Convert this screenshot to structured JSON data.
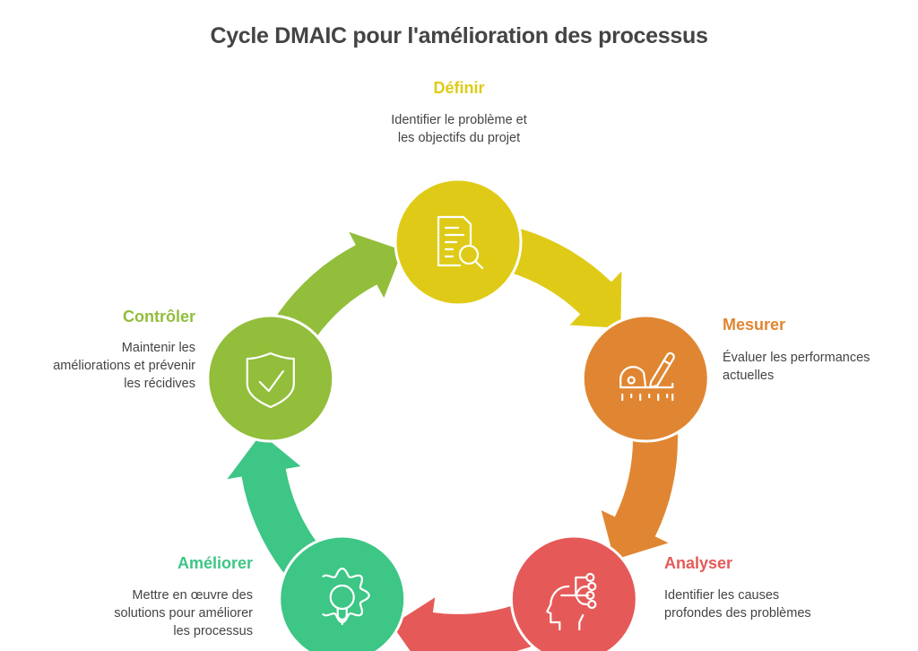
{
  "title": "Cycle DMAIC pour l'amélioration des processus",
  "steps": [
    {
      "id": "definir",
      "label": "Définir",
      "description": [
        "Identifier le problème et",
        "les objectifs du projet"
      ],
      "color": "#DFCB17",
      "icon": "document-search-icon"
    },
    {
      "id": "mesurer",
      "label": "Mesurer",
      "description": [
        "Évaluer les performances",
        "actuelles"
      ],
      "color": "#E08632",
      "icon": "tape-measure-pencil-icon"
    },
    {
      "id": "analyser",
      "label": "Analyser",
      "description": [
        "Identifier les causes",
        "profondes des problèmes"
      ],
      "color": "#E55A58",
      "icon": "head-network-icon"
    },
    {
      "id": "ameliorer",
      "label": "Améliorer",
      "description": [
        "Mettre en œuvre des",
        "solutions pour améliorer",
        "les processus"
      ],
      "color": "#3DC685",
      "icon": "gear-lightbulb-icon"
    },
    {
      "id": "controler",
      "label": "Contrôler",
      "description": [
        "Maintenir les",
        "améliorations et prévenir",
        "les récidives"
      ],
      "color": "#92BE3B",
      "icon": "shield-check-icon"
    }
  ],
  "text_color": "#444444"
}
